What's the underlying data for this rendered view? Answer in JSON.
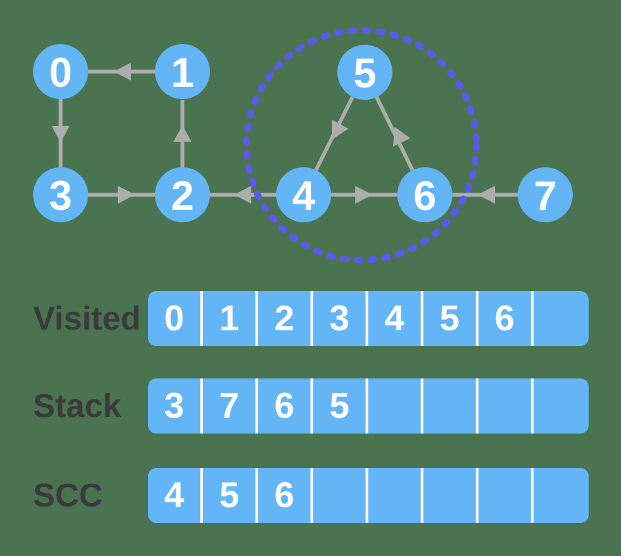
{
  "colors": {
    "background": "#4a7350",
    "node_fill": "#64b5f6",
    "node_text": "#ffffff",
    "edge_gray": "#adadad",
    "scc_circle_dotted": "#5a5ae6",
    "row_label_text": "#3a3a3c",
    "cell_fill": "#64b5f6",
    "cell_divider": "#ffffff",
    "cell_text": "#ffffff"
  },
  "graph": {
    "nodes": [
      {
        "id": 0,
        "label": "0"
      },
      {
        "id": 1,
        "label": "1"
      },
      {
        "id": 2,
        "label": "2"
      },
      {
        "id": 3,
        "label": "3"
      },
      {
        "id": 4,
        "label": "4"
      },
      {
        "id": 5,
        "label": "5"
      },
      {
        "id": 6,
        "label": "6"
      },
      {
        "id": 7,
        "label": "7"
      }
    ],
    "edges": [
      "1→0",
      "0→3",
      "3→2",
      "2→1",
      "4→2",
      "5→4",
      "6→5",
      "4→6",
      "7→6"
    ],
    "scc_highlighted_nodes": [
      "4",
      "5",
      "6"
    ]
  },
  "rows": [
    {
      "label": "Visited",
      "cells": [
        "0",
        "1",
        "2",
        "3",
        "4",
        "5",
        "6",
        ""
      ]
    },
    {
      "label": "Stack",
      "cells": [
        "3",
        "7",
        "6",
        "5",
        "",
        "",
        "",
        ""
      ]
    },
    {
      "label": "SCC",
      "cells": [
        "4",
        "5",
        "6",
        "",
        "",
        "",
        "",
        ""
      ]
    }
  ]
}
